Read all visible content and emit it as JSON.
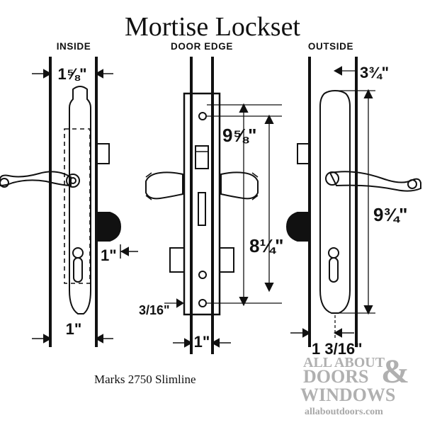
{
  "title": "Mortise Lockset",
  "views": {
    "inside": "INSIDE",
    "door_edge": "DOOR EDGE",
    "outside": "OUTSIDE"
  },
  "dimensions": {
    "inside_top": "1⅝\"",
    "inside_side": "1\"",
    "inside_bottom": "1\"",
    "edge_upper": "9⅝\"",
    "edge_lower": "8¼\"",
    "edge_offset": "3/16\"",
    "edge_bottom": "1\"",
    "outside_top": "3¾\"",
    "outside_height": "9¾\"",
    "outside_bottom": "1 3/16\""
  },
  "model": "Marks 2750 Slimline",
  "logo": {
    "line1": "ALL ABOUT",
    "line2": "DOORS",
    "amp": "&",
    "line3": "WINDOWS",
    "url": "allaboutdoors.com"
  }
}
